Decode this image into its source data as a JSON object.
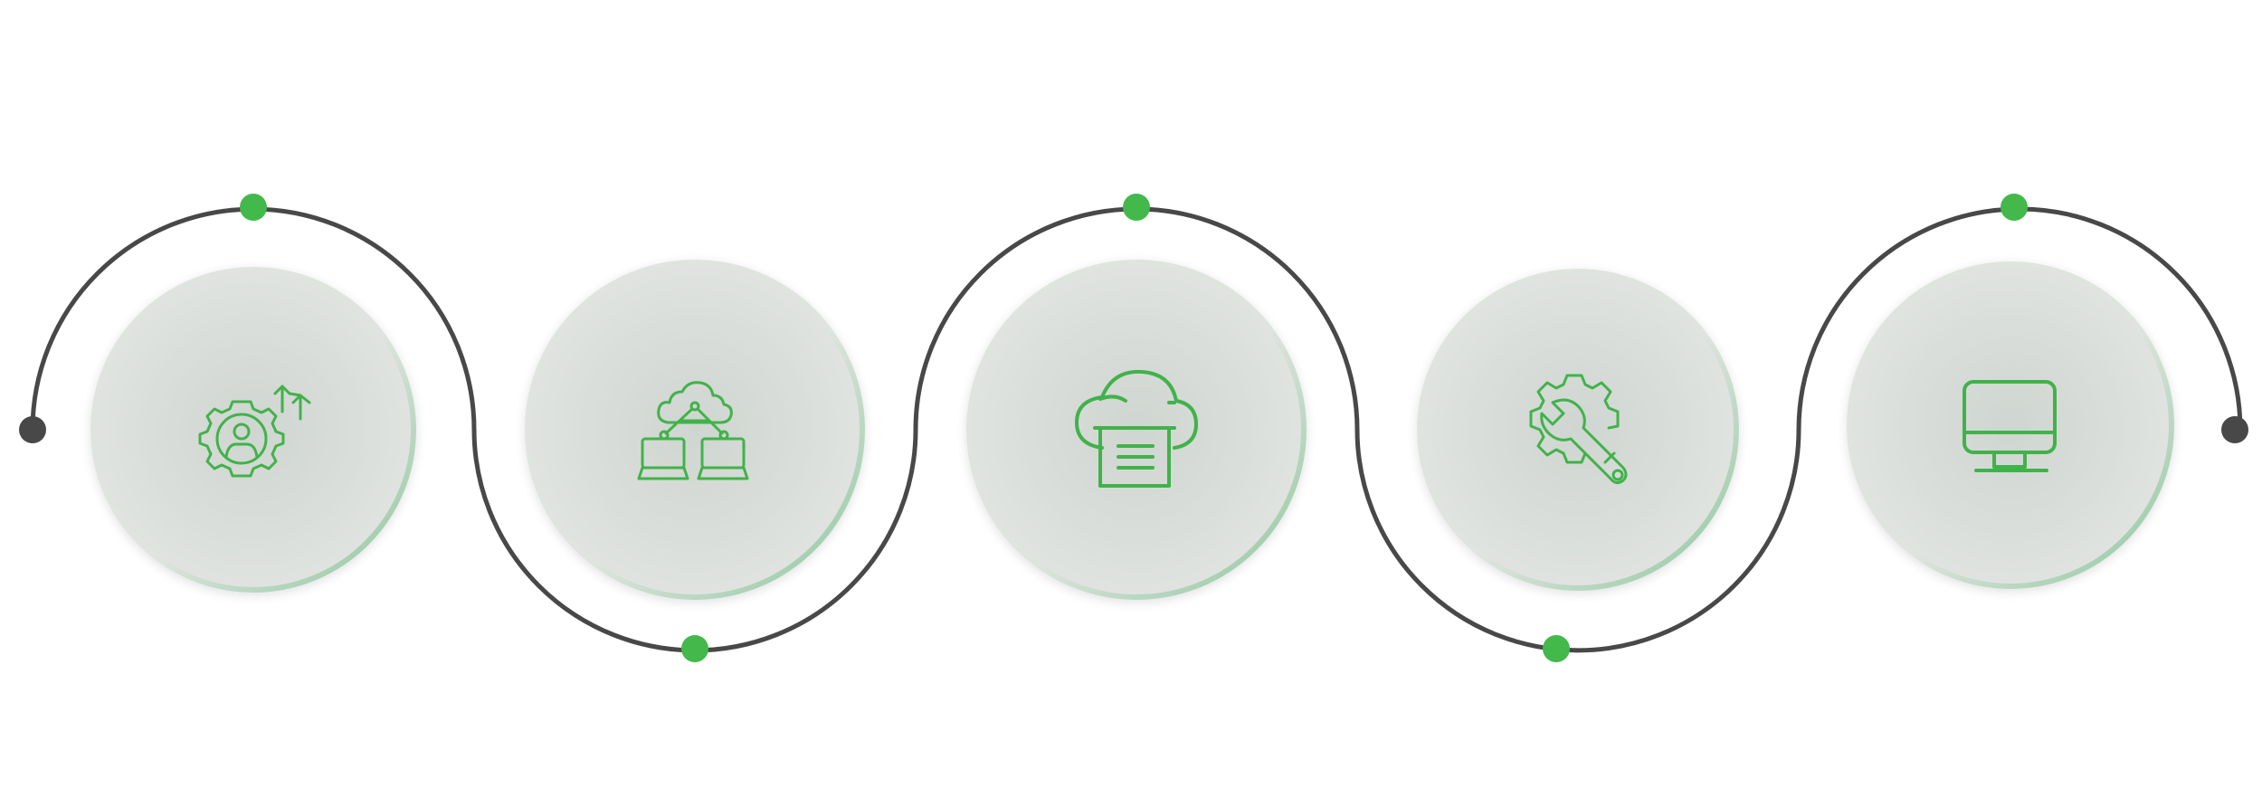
{
  "colors": {
    "background": "#ffffff",
    "path_line": "#484848",
    "endpoint_dot": "#484848",
    "milestone_dot": "#43b84b",
    "icon_stroke": "#41b24a",
    "circle_fill_center": "#cfd5d0",
    "circle_fill_edge": "#e0e3e0",
    "circle_rim_dark": "#8cc79d",
    "circle_rim_light": "#dfe4df"
  },
  "steps": [
    {
      "icon": "gear-user-upgrade-icon",
      "dot_position": "top"
    },
    {
      "icon": "cloud-network-laptops-icon",
      "dot_position": "bottom"
    },
    {
      "icon": "cloud-server-icon",
      "dot_position": "top"
    },
    {
      "icon": "gear-wrench-icon",
      "dot_position": "bottom"
    },
    {
      "icon": "desktop-monitor-icon",
      "dot_position": "top"
    }
  ],
  "endpoints": [
    "start",
    "end"
  ]
}
